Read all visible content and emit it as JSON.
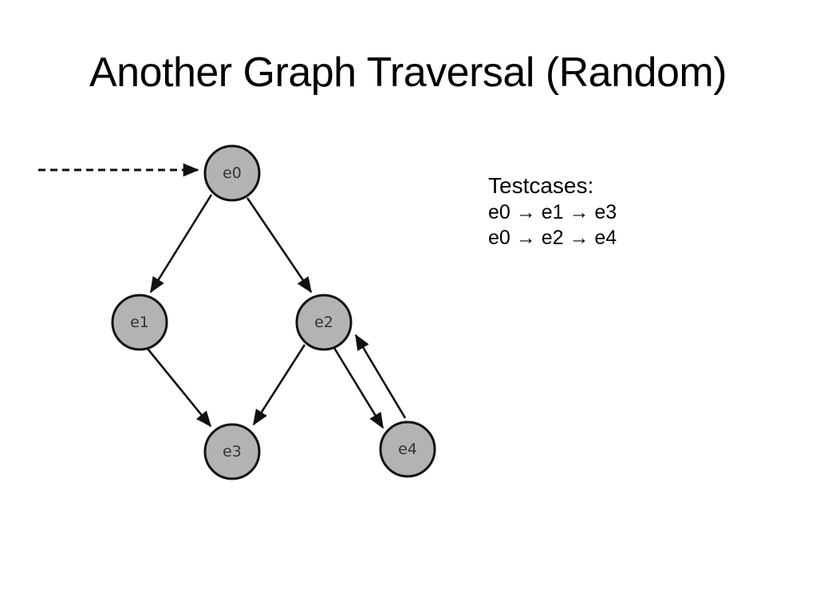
{
  "slide": {
    "title": "Another Graph Traversal (Random)"
  },
  "graph": {
    "nodes": [
      {
        "id": "e0",
        "label": "e0"
      },
      {
        "id": "e1",
        "label": "e1"
      },
      {
        "id": "e2",
        "label": "e2"
      },
      {
        "id": "e3",
        "label": "e3"
      },
      {
        "id": "e4",
        "label": "e4"
      }
    ],
    "edges": [
      {
        "from": "e0",
        "to": "e1"
      },
      {
        "from": "e0",
        "to": "e2"
      },
      {
        "from": "e1",
        "to": "e3"
      },
      {
        "from": "e2",
        "to": "e3"
      },
      {
        "from": "e2",
        "to": "e4"
      },
      {
        "from": "e4",
        "to": "e2"
      }
    ],
    "entry_edge": {
      "to": "e0",
      "style": "dashed"
    },
    "colors": {
      "node_fill": "#b3b3b3",
      "stroke": "#111111"
    }
  },
  "testcases": {
    "heading": "Testcases:",
    "lines": [
      "e0 → e1 → e3",
      "e0 → e2 → e4"
    ]
  }
}
